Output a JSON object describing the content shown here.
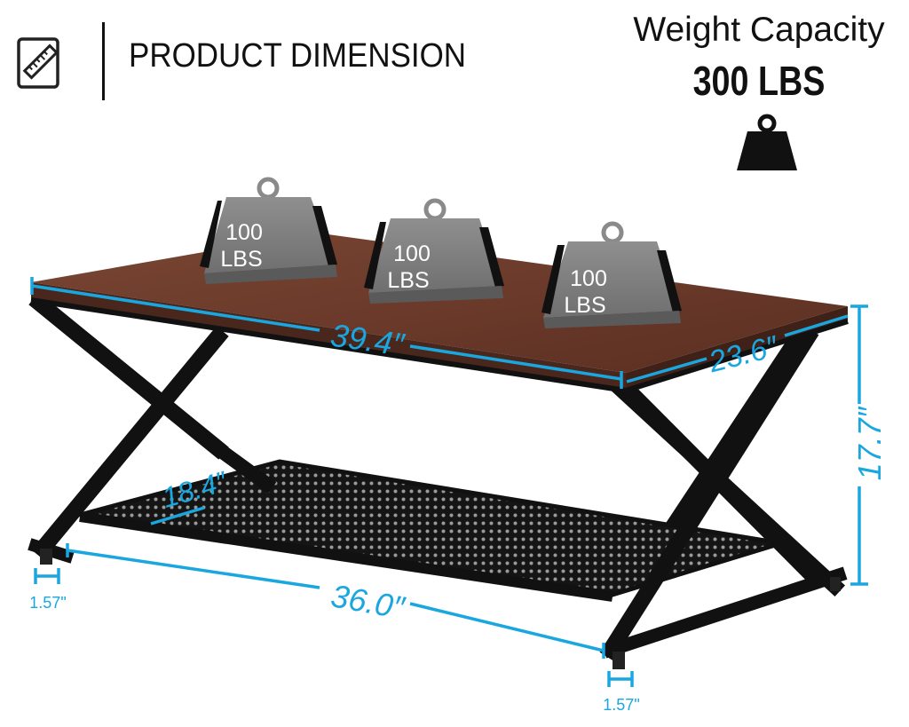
{
  "header": {
    "title": "PRODUCT DIMENSION",
    "icon": "ruler-pencil-icon"
  },
  "capacity": {
    "label": "Weight Capacity",
    "value": "300 LBS",
    "icon": "weight-icon"
  },
  "weights": [
    {
      "line1": "100",
      "line2": "LBS"
    },
    {
      "line1": "100",
      "line2": "LBS"
    },
    {
      "line1": "100",
      "line2": "LBS"
    }
  ],
  "dimensions": {
    "length": "39.4″",
    "width": "23.6″",
    "height": "17.7″",
    "shelf_depth": "18.4″",
    "base_length": "36.0″",
    "leg_left": "1.57\"",
    "leg_right": "1.57\""
  },
  "colors": {
    "dimension": "#1aa7e0",
    "tabletop": "#6b3a2a",
    "frame": "#111111",
    "weight": "#7a7a7a"
  }
}
